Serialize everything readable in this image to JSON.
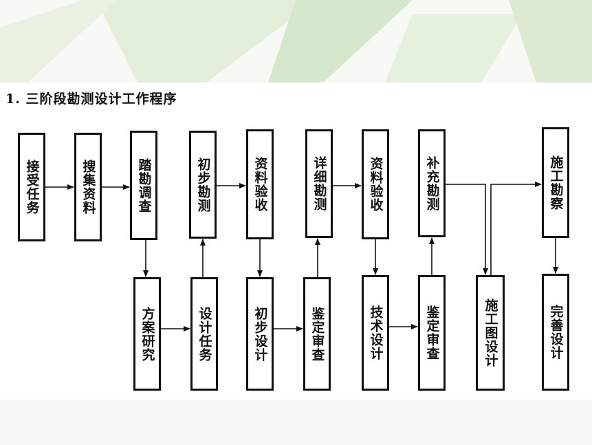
{
  "title": "1. 三阶段勘测设计工作程序",
  "diagram": {
    "top_row": [
      "接受任务",
      "搜集资料",
      "踏勘调查",
      "初步勘测",
      "资料验收",
      "详细勘测",
      "资料验收",
      "补充勘测",
      "施工勘察"
    ],
    "bottom_row": [
      "方案研究",
      "设计任务",
      "初步设计",
      "鉴定审查",
      "技术设计",
      "鉴定审查",
      "施工图设计",
      "完善设计"
    ]
  },
  "colors": {
    "background": "#f7f9f4",
    "decoration": "#d8e8cf",
    "stroke": "#111111"
  }
}
